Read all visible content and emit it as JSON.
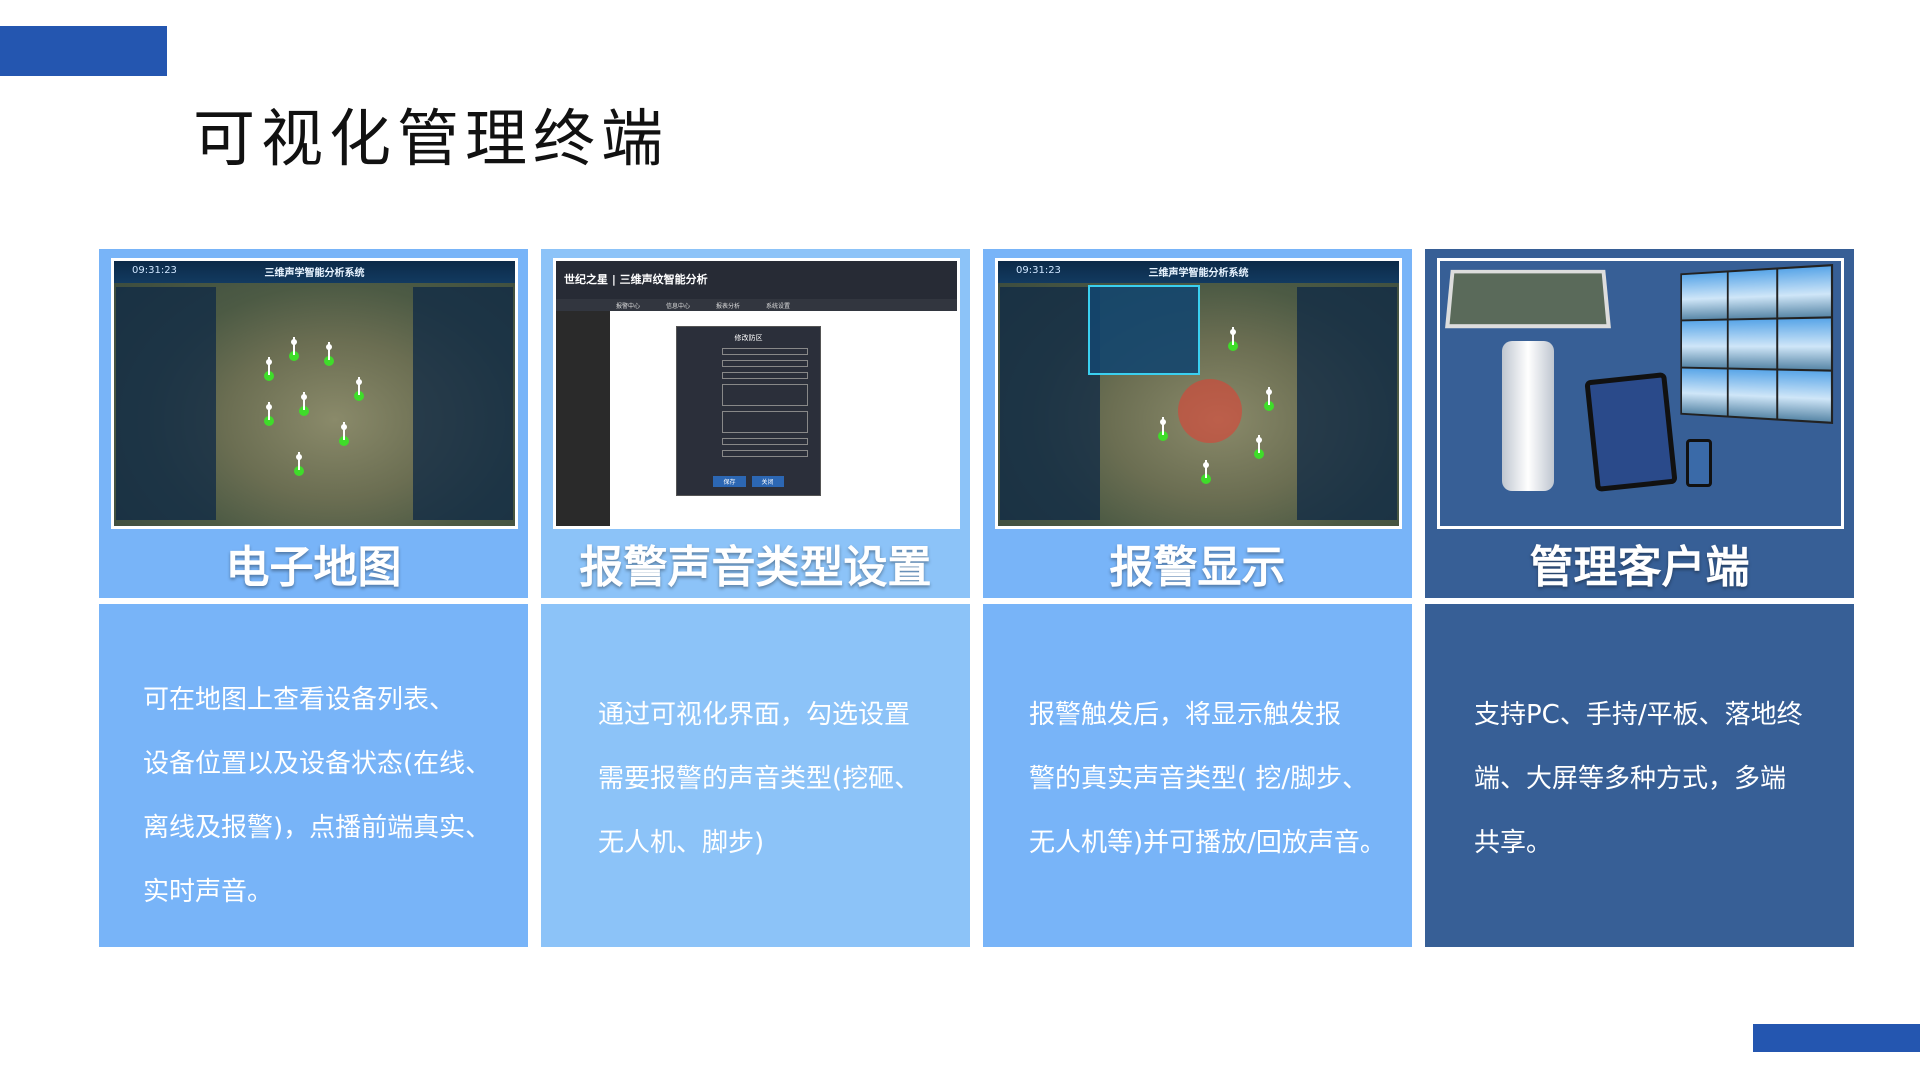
{
  "page": {
    "title": "可视化管理终端"
  },
  "colors": {
    "accent_bar": "#2456b0",
    "card_light": "#78b4f8",
    "card_lighter": "#8cc3f8",
    "card_dark": "#375f96"
  },
  "cards": [
    {
      "heading": "电子地图",
      "lines": [
        "可在地图上查看设备列表、",
        "设备位置以及设备状态(在线、",
        "离线及报警)，点播前端真实、",
        "实时声音。"
      ],
      "screenshot": {
        "system_title": "三维声学智能分析系统",
        "time": "09:31:23"
      }
    },
    {
      "heading": "报警声音类型设置",
      "lines": [
        "通过可视化界面，勾选设置",
        "需要报警的声音类型(挖砸、",
        "无人机、脚步)"
      ],
      "screenshot": {
        "logo": "世纪之星 | 三维声纹智能分析",
        "nav": [
          "报警中心",
          "信息中心",
          "报表分析",
          "系统设置"
        ],
        "dialog_title": "修改防区",
        "buttons": [
          "保存",
          "关闭"
        ]
      }
    },
    {
      "heading": "报警显示",
      "lines": [
        "报警触发后，将显示触发报",
        "警的真实声音类型( 挖/脚步、",
        "无人机等)并可播放/回放声音。"
      ],
      "screenshot": {
        "system_title": "三维声学智能分析系统",
        "time": "09:31:23"
      }
    },
    {
      "heading": "管理客户端",
      "lines": [
        "支持PC、手持/平板、落地终",
        "端、大屏等多种方式，多端",
        "共享。"
      ]
    }
  ]
}
